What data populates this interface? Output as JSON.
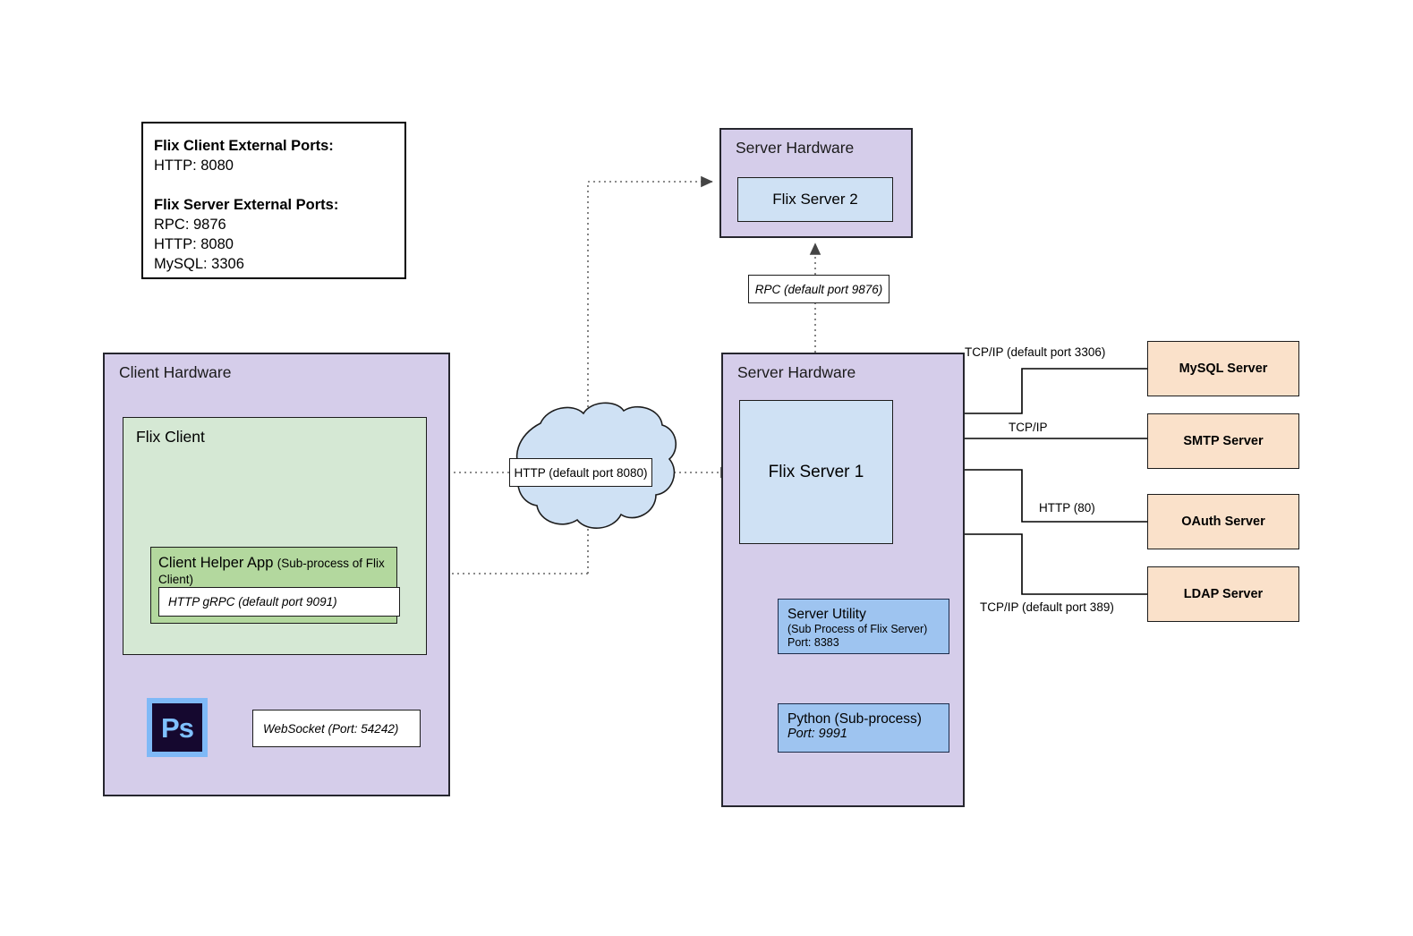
{
  "legend": {
    "client_heading": "Flix Client External Ports:",
    "client_http": "HTTP: 8080",
    "server_heading": "Flix Server External Ports:",
    "server_rpc": "RPC: 9876",
    "server_http": "HTTP: 8080",
    "server_mysql": "MySQL: 3306"
  },
  "client_hardware": {
    "title": "Client Hardware",
    "flix_client": {
      "title": "Flix Client",
      "helper_app": {
        "name": "Client Helper App",
        "note": "(Sub-process of Flix Client)",
        "grpc_label": "HTTP gRPC (default port 9091)"
      }
    },
    "photoshop": {
      "icon_label": "Ps"
    },
    "websocket_label": "WebSocket (Port: 54242)"
  },
  "server_hardware_2": {
    "title": "Server Hardware",
    "flix_server_2": "Flix Server 2"
  },
  "server_hardware_1": {
    "title": "Server Hardware",
    "flix_server_1": "Flix Server 1",
    "server_utility": {
      "name": "Server Utility",
      "note": "(Sub Process of Flix Server)",
      "port": "Port: 8383"
    },
    "python_process": {
      "name": "Python (Sub-process)",
      "port": "Port: 9991"
    }
  },
  "cloud": {
    "label": "HTTP (default port 8080)"
  },
  "edges": {
    "rpc": "RPC (default port 9876)",
    "mysql": "TCP/IP (default port 3306)",
    "smtp": "TCP/IP",
    "oauth": "HTTP (80)",
    "ldap": "TCP/IP (default port 389)"
  },
  "external_servers": [
    {
      "label": "MySQL Server"
    },
    {
      "label": "SMTP Server"
    },
    {
      "label": "OAuth Server"
    },
    {
      "label": "LDAP Server"
    }
  ],
  "colors": {
    "hardware_purple": "#d5cdea",
    "client_green": "#d5e8d4",
    "helper_green": "#b3d89e",
    "server_blue": "#cfe1f4",
    "subprocess_blue": "#9ec4f0",
    "external_orange": "#fae1ca",
    "stroke": "#1c1c1c"
  }
}
